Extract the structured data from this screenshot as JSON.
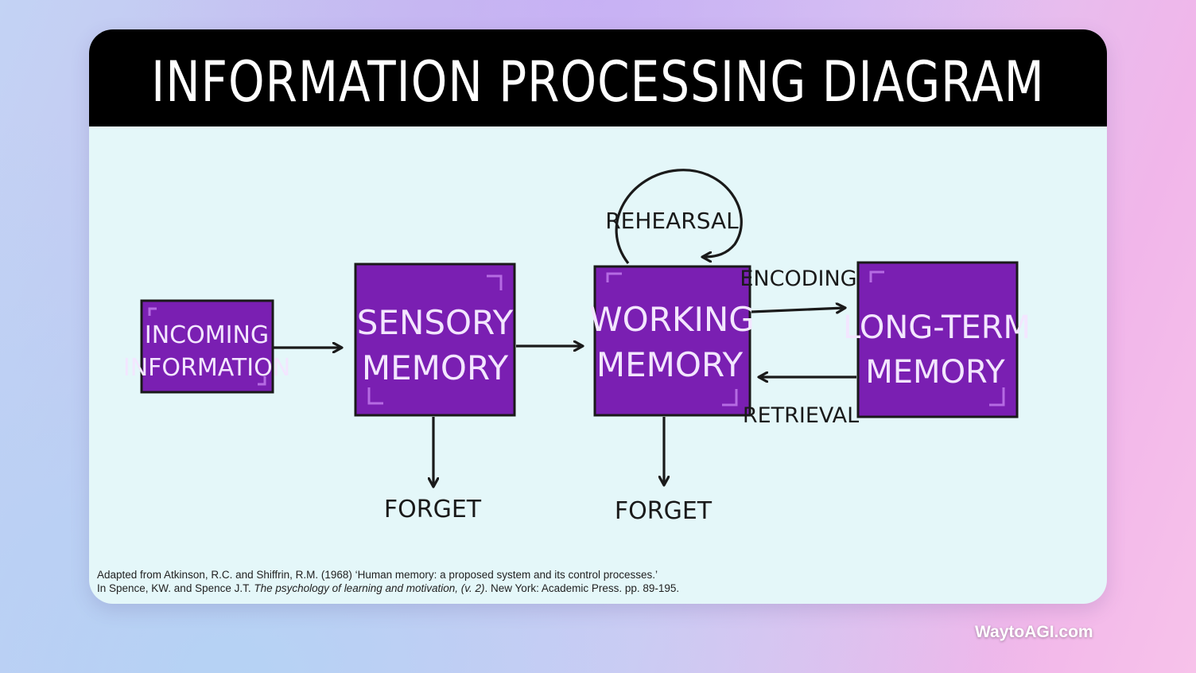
{
  "title": "INFORMATION PROCESSING DIAGRAM",
  "colors": {
    "box_fill": "#7a1fb2",
    "box_border": "#1a1a1a",
    "box_text": "#f3e6ff",
    "canvas_bg": "#e4f7f9",
    "title_bg": "#000000"
  },
  "nodes": {
    "incoming": [
      "INCOMING",
      "INFORMATION"
    ],
    "sensory": [
      "SENSORY",
      "MEMORY"
    ],
    "working": [
      "WORKING",
      "MEMORY"
    ],
    "long_term": [
      "LONG-TERM",
      "MEMORY"
    ]
  },
  "labels": {
    "rehearsal": "REHEARSAL",
    "encoding": "ENCODING",
    "retrieval": "RETRIEVAL",
    "forget_sensory": "FORGET",
    "forget_working": "FORGET"
  },
  "edges": [
    {
      "from": "INCOMING INFORMATION",
      "to": "SENSORY MEMORY"
    },
    {
      "from": "SENSORY MEMORY",
      "to": "WORKING MEMORY"
    },
    {
      "from": "WORKING MEMORY",
      "to": "WORKING MEMORY",
      "label": "REHEARSAL"
    },
    {
      "from": "WORKING MEMORY",
      "to": "LONG-TERM MEMORY",
      "label": "ENCODING"
    },
    {
      "from": "LONG-TERM MEMORY",
      "to": "WORKING MEMORY",
      "label": "RETRIEVAL"
    },
    {
      "from": "SENSORY MEMORY",
      "to": "FORGET"
    },
    {
      "from": "WORKING MEMORY",
      "to": "FORGET"
    }
  ],
  "citation": {
    "line1": "Adapted from Atkinson, R.C. and Shiffrin, R.M. (1968) ‘Human memory: a proposed system and its control processes.’",
    "line2_prefix": "In Spence, KW. and Spence J.T. ",
    "line2_italic": "The psychology of learning and motivation, (v. 2)",
    "line2_suffix": ". New York: Academic Press. pp. 89-195."
  },
  "watermark": "WaytoAGI.com"
}
